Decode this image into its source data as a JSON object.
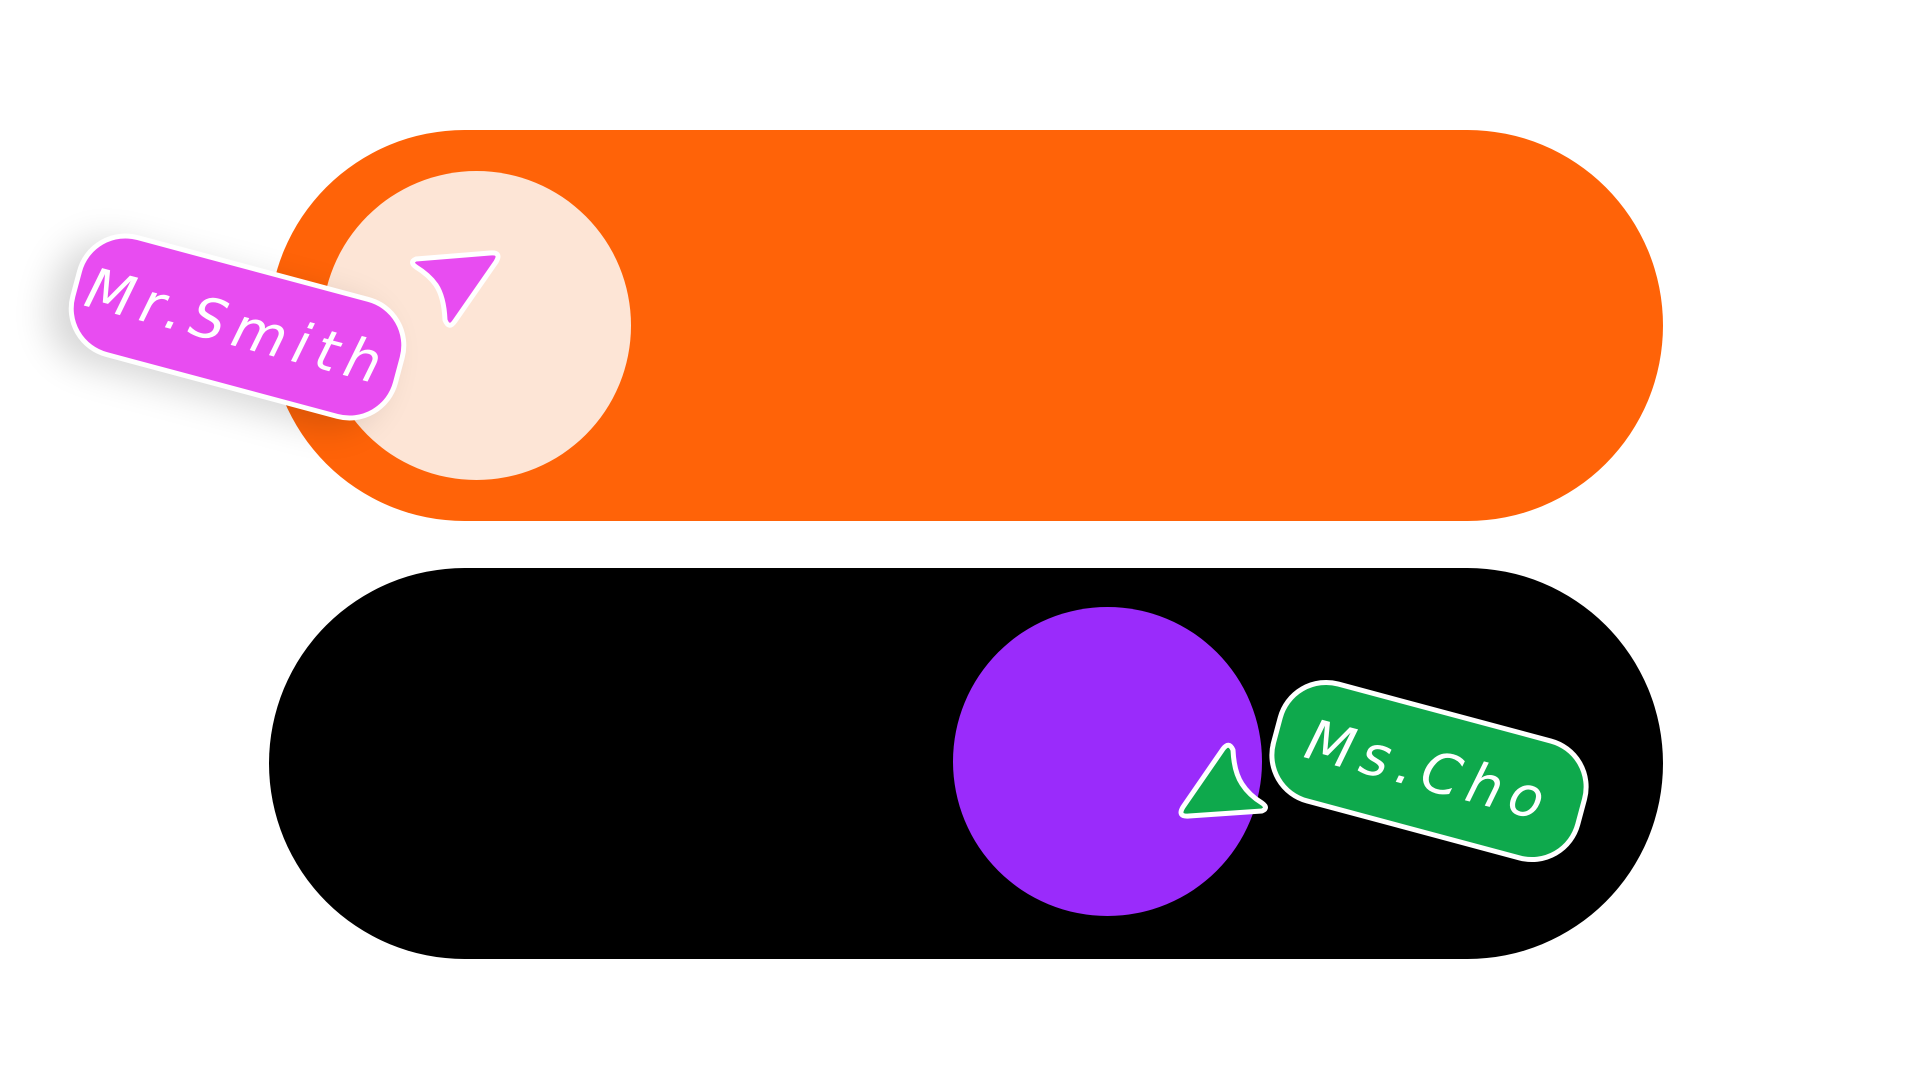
{
  "toggles": [
    {
      "state": "off",
      "track_color": "#FF6308",
      "knob_color": "#FDE5D6"
    },
    {
      "state": "on",
      "track_color": "#000000",
      "knob_color": "#9A2BFB"
    }
  ],
  "cursors": [
    {
      "name": "Mr.Smith",
      "color": "#E84CF1",
      "icon": "pointer-arrow-icon"
    },
    {
      "name": "Ms.Cho",
      "color": "#0EA94C",
      "icon": "pointer-arrow-icon"
    }
  ]
}
